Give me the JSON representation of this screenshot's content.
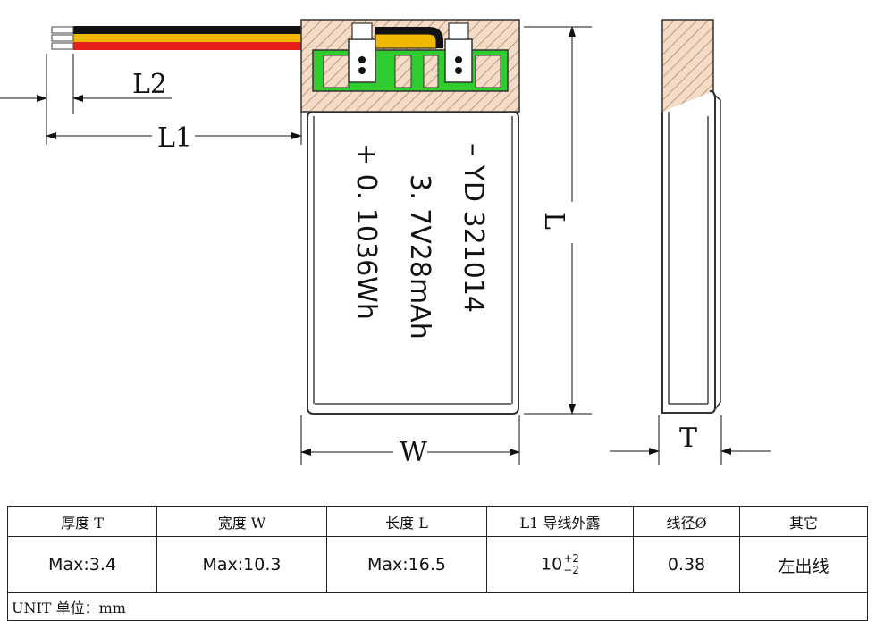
{
  "drawing": {
    "dimensions": {
      "l2": "L2",
      "l1": "L1",
      "w": "W",
      "l": "L",
      "t": "T"
    },
    "cell_label": {
      "line1": "– YD 321014",
      "line2": "3. 7V28mAh",
      "line3": "+ 0. 1036Wh"
    },
    "colors": {
      "wire_black": "#111111",
      "wire_yellow": "#f0b800",
      "wire_red": "#e8201a",
      "pcb_green": "#2fcc2f",
      "hatch_fill": "#f3dcc8",
      "hatch_line": "#b07a52"
    }
  },
  "table": {
    "headers": [
      "厚度 T",
      "宽度 W",
      "长度 L",
      "L1 导线外露",
      "线径Ø",
      "其它"
    ],
    "values": {
      "thickness": "Max:3.4",
      "width": "Max:10.3",
      "length": "Max:16.5",
      "l1_base": "10",
      "l1_tol_upper": "+2",
      "l1_tol_lower": "−2",
      "wire_dia": "0.38",
      "other": "左出线"
    },
    "unit": "UNIT 单位：mm"
  }
}
